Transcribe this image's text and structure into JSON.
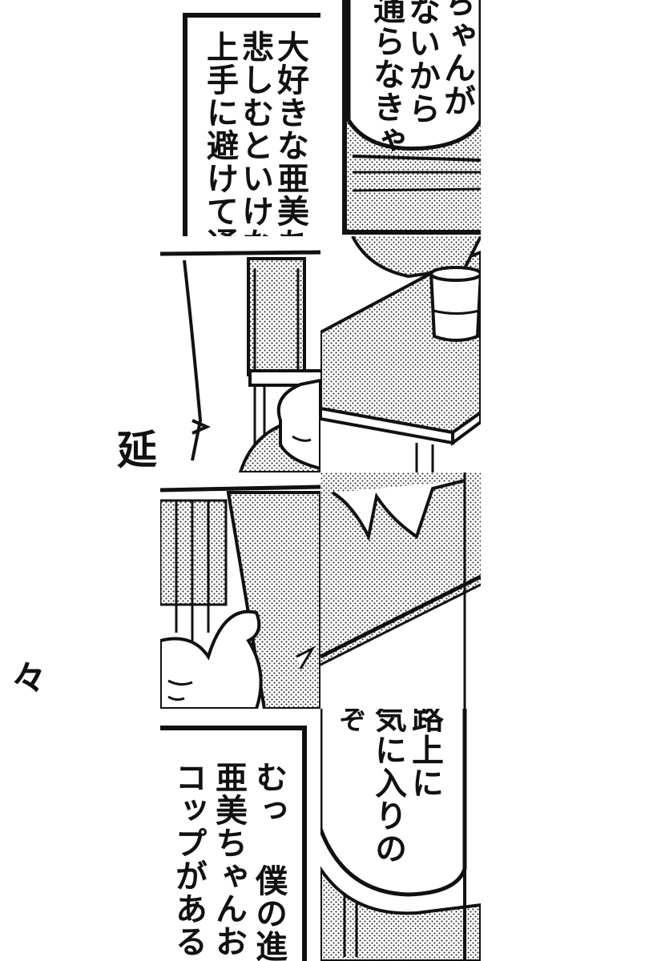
{
  "page": {
    "background": "#ffffff",
    "ink": "#111111",
    "tone": "#bdbdbd"
  },
  "margin_text": {
    "left_upper": "延",
    "left_lower": "々"
  },
  "bubbles": {
    "top_right": {
      "lines": [
        "ちゃんが",
        "ないから",
        "通らなきゃ"
      ]
    },
    "top_left_box": {
      "lines": [
        "大好きな亜美ち",
        "悲しむといけな",
        "上手に避けて通"
      ]
    },
    "bottom_right": {
      "lines": [
        "路上に",
        "気に入りの",
        "ぞ"
      ]
    },
    "bottom_left_box": {
      "lines": [
        "むっ 僕の進路",
        "亜美ちゃんお",
        "コップがある"
      ]
    }
  },
  "icons": [
    "glass-icon",
    "table-icon",
    "chair-icon",
    "cat-icon"
  ]
}
